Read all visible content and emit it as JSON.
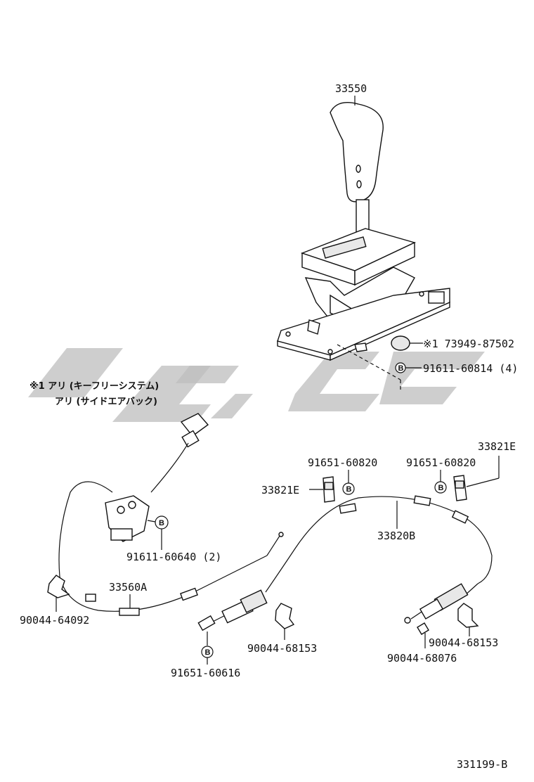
{
  "labels": {
    "knob": "33550",
    "plug": "※1 73949-87502",
    "bolt_base": "91611-60814 (4)",
    "bolt_lock": "91611-60640 (2)",
    "lock_cable": "33560A",
    "clip_left": "90044-64092",
    "bolt_cable_end": "91651-60616",
    "clip_mid": "90044-68153",
    "clip_right": "90044-68153",
    "clip_right2": "90044-68076",
    "shift_cable": "33820B",
    "bracket_left": "33821E",
    "bracket_right": "33821E",
    "bolt_bracket_left": "91651-60820",
    "bolt_bracket_right": "91651-60820",
    "b_marker": "B"
  },
  "notes": {
    "line1": "※1  アリ (キーフリーシステム)",
    "line2": "アリ (サイドエアバック)"
  },
  "footer": "331199-B"
}
